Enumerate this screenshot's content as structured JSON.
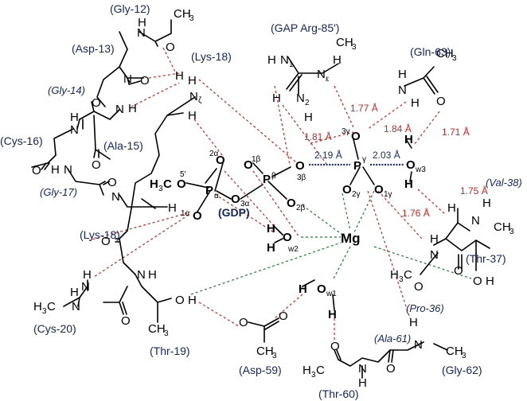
{
  "residues": {
    "gly12": "(Gly-12)",
    "asp13": "(Asp-13)",
    "lys18_top": "(Lys-18)",
    "gly14": "(Gly-14)",
    "cys16": "(Cys-16)",
    "ala15": "(Ala-15)",
    "gly17": "(Gly-17)",
    "lys18": "(Lys-18)",
    "cys20": "(Cys-20)",
    "thr19": "(Thr-19)",
    "asp59": "(Asp-59)",
    "thr60": "(Thr-60)",
    "ala61": "(Ala-61)",
    "gly62": "(Gly-62)",
    "pro36": "(Pro-36)",
    "thr37": "(Thr-37)",
    "val38": "(Val-38)",
    "gln63": "(Gln-63)",
    "gap_arg85": "(GAP Arg-85')"
  },
  "ligands": {
    "gdp": "(GDP)",
    "mg": "Mg"
  },
  "distances": {
    "d177": "1.77 Å",
    "d184": "1.84 Å",
    "d171": "1.71 Å",
    "d181": "1.81 Å",
    "d219": "2.19 Å",
    "d203": "2.03 Å",
    "d175": "1.75 Å",
    "d176": "1.76 Å"
  },
  "colors": {
    "residue_text": "#14245e",
    "hbond_red": "#d42020",
    "mg_contact_green": "#1f7a34",
    "phosphate_bond_blue": "#1d2a6e"
  }
}
